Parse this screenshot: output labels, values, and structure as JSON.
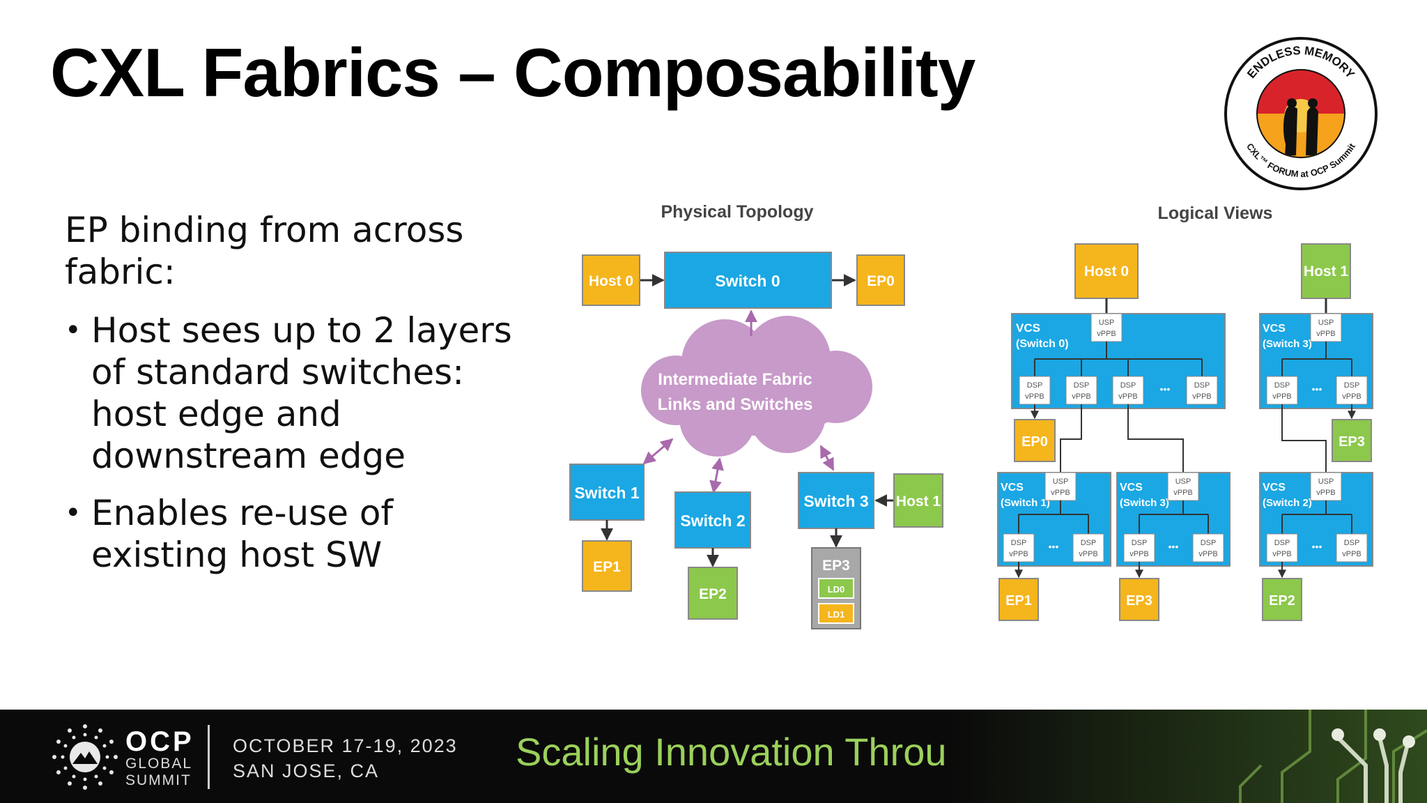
{
  "slide": {
    "title": "CXL Fabrics – Composability",
    "intro": "EP binding from across fabric:",
    "bullets": [
      "Host sees up to 2 layers of standard switches: host edge and downstream edge",
      "Enables re-use of existing host SW"
    ]
  },
  "logo": {
    "top_text": "ENDLESS MEMORY",
    "bottom_text": "CXL™ FORUM at OCP Summit"
  },
  "diagram": {
    "physical_title": "Physical Topology",
    "logical_title": "Logical Views",
    "physical": {
      "host0": "Host 0",
      "switch0": "Switch 0",
      "ep0": "EP0",
      "cloud_line1": "Intermediate Fabric",
      "cloud_line2": "Links and Switches",
      "switch1": "Switch 1",
      "switch2": "Switch 2",
      "switch3": "Switch 3",
      "host1": "Host 1",
      "ep1": "EP1",
      "ep2": "EP2",
      "ep3": "EP3",
      "ld0": "LD0",
      "ld1": "LD1"
    },
    "logical": {
      "host0": "Host 0",
      "host1": "Host 1",
      "vcs_label": "VCS",
      "switch0": "(Switch 0)",
      "switch3": "(Switch 3)",
      "switch1": "(Switch 1)",
      "switch2": "(Switch 2)",
      "usp": "USP",
      "dsp": "DSP",
      "vppb": "vPPB",
      "ellipsis": "•••",
      "ep0": "EP0",
      "ep1": "EP1",
      "ep2": "EP2",
      "ep3": "EP3"
    }
  },
  "footer": {
    "org": "OCP",
    "org_line2": "GLOBAL",
    "org_line3": "SUMMIT",
    "date": "OCTOBER 17-19, 2023",
    "location": "SAN JOSE, CA",
    "tagline": "Scaling Innovation Through Collaboration"
  },
  "colors": {
    "host": "#f5b51c",
    "switch": "#1aa7e4",
    "ep_green": "#8cc84b",
    "cloud": "#c79ac9",
    "tagline": "#9bd05b"
  }
}
